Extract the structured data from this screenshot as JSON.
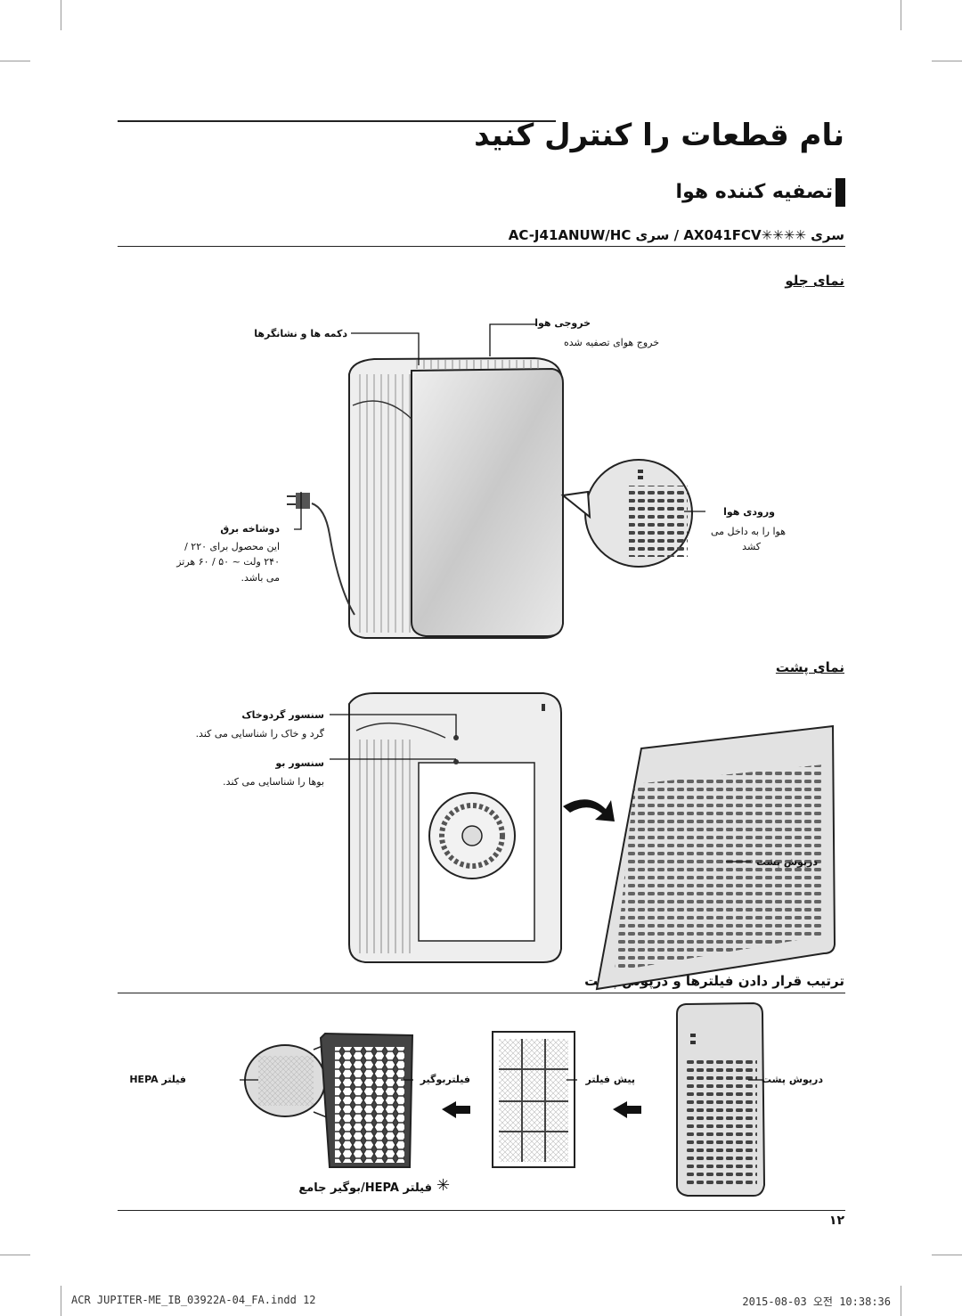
{
  "page": {
    "title": "نام قطعات را کنترل کنید",
    "subtitle": "تصفیه کننده هوا",
    "model_line": "سری ✳✳✳✳AX041FCV / سری AC-J41ANUW/HC",
    "page_number": "۱۲"
  },
  "front_view": {
    "heading": "نمای جلو",
    "callouts": {
      "air_outlet": {
        "label": "خروجی هوا",
        "desc": "خروج هوای تصفیه شده"
      },
      "buttons": {
        "label": "دکمه ها و نشانگرها"
      },
      "air_inlet": {
        "label": "ورودی هوا",
        "desc": [
          "هوا را به داخل می",
          "کشد"
        ]
      },
      "power_cord": {
        "label": "دوشاخه برق",
        "desc": [
          "این محصول برای ۲۲۰ /",
          "۲۴۰ ولت ~ ۵۰ / ۶۰ هرتز",
          "می باشد."
        ]
      }
    }
  },
  "back_view": {
    "heading": "نمای پشت",
    "callouts": {
      "dust_sensor": {
        "label": "سنسور گردوخاک",
        "desc": "گرد و خاک را شناسایی می کند."
      },
      "odor_sensor": {
        "label": "سنسور بو",
        "desc": "بوها را شناسایی می کند."
      },
      "back_cover": {
        "label": "درپوش پشت"
      }
    }
  },
  "filter_order": {
    "heading": "ترتیب قرار دادن فیلترها و درپوش پشت",
    "labels": {
      "back_cover": "درپوش پشت",
      "pre_filter": "پیش فیلتر",
      "deodorizing_filter": "فیلتربوگیر",
      "hepa_filter": "فیلتر HEPA"
    },
    "note": "فیلتر HEPA/بوگیر جامع",
    "note_symbol": "✳"
  },
  "footer": {
    "file_name": "ACR JUPITER-ME_IB_03922A-04_FA.indd   12",
    "timestamp": "2015-08-03   오전 10:38:36"
  },
  "colors": {
    "text": "#111111",
    "rule": "#222222",
    "panel": "#d8d8d8",
    "filter": "#555555"
  }
}
